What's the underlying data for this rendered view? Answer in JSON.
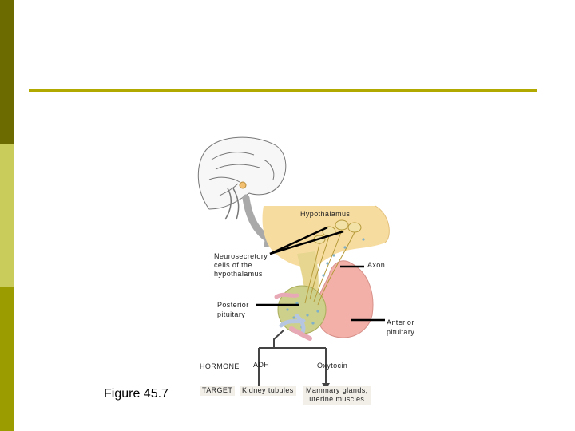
{
  "slide": {
    "caption": "Figure 45.7"
  },
  "diagram": {
    "hypothalamus": "Hypothalamus",
    "neurosecretory_1": "Neurosecretory",
    "neurosecretory_2": "cells of the",
    "neurosecretory_3": "hypothalamus",
    "axon": "Axon",
    "posterior_1": "Posterior",
    "posterior_2": "pituitary",
    "anterior_1": "Anterior",
    "anterior_2": "pituitary",
    "hormone": "HORMONE",
    "target": "TARGET",
    "adh": "ADH",
    "oxytocin": "Oxytocin",
    "kidney": "Kidney tubules",
    "mammary_1": "Mammary glands,",
    "mammary_2": "uterine muscles"
  },
  "colors": {
    "stripe_dark": "#6b6b00",
    "stripe_light": "#c9cc5a",
    "stripe_mid": "#9a9c00",
    "rule": "#b1a800",
    "hypothalamus": "#f7dca0",
    "anterior": "#f2b0a8",
    "posterior": "#cdd08a"
  }
}
